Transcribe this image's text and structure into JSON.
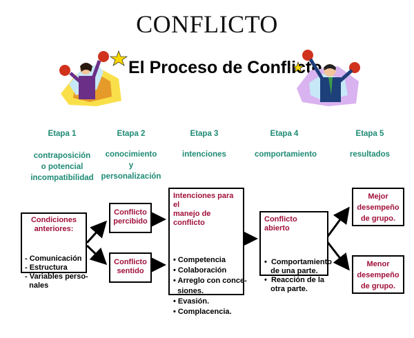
{
  "title": "CONFLICTO",
  "subtitle": "El Proceso de Conflicto",
  "stages": [
    {
      "name": "Etapa 1",
      "desc": [
        "contraposición",
        "o potencial",
        "incompatibilidad"
      ]
    },
    {
      "name": "Etapa 2",
      "desc": [
        "conocimiento",
        "y",
        "personalización"
      ]
    },
    {
      "name": "Etapa 3",
      "desc": [
        "intenciones"
      ]
    },
    {
      "name": "Etapa 4",
      "desc": [
        "comportamiento"
      ]
    },
    {
      "name": "Etapa 5",
      "desc": [
        "resultados"
      ]
    }
  ],
  "box1": {
    "title": [
      "Condiciones",
      "anteriores:"
    ],
    "items": [
      "- Comunicación",
      "- Estructura",
      "- Variables perso-",
      "  nales"
    ]
  },
  "box2a": {
    "lines": [
      "Conflicto",
      "percibido"
    ]
  },
  "box2b": {
    "lines": [
      "Conflicto",
      "sentido"
    ]
  },
  "box3": {
    "title": [
      "Intenciones para el",
      "manejo de conflicto"
    ],
    "items": [
      "• Competencia",
      "• Colaboración",
      "• Arreglo con conce-",
      "  siones.",
      "• Evasión.",
      "• Complacencia."
    ]
  },
  "box4": {
    "title": "Conflicto abierto",
    "items": [
      "•  Comportamiento",
      "   de una parte.",
      "•  Reacción de la",
      "   otra parte."
    ]
  },
  "box5a": {
    "lines": [
      "Mejor",
      "desempeño",
      "de grupo."
    ]
  },
  "box5b": {
    "lines": [
      "Menor",
      "desempeño",
      "de grupo."
    ]
  },
  "colors": {
    "stage": "#1e8a74",
    "boxTitle": "#a0103a"
  }
}
